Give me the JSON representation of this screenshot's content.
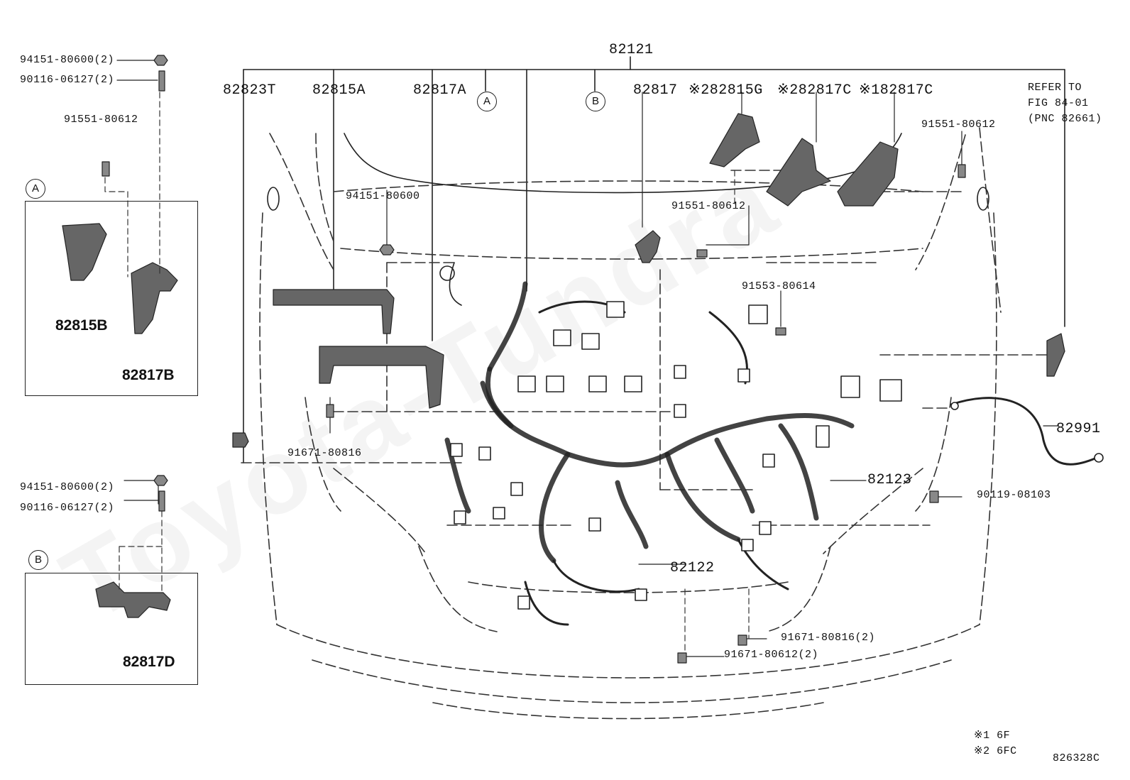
{
  "watermark": "Toyota-Tundra",
  "title_pnc": "82121",
  "callouts": {
    "c82823T": "82823T",
    "c82815A": "82815A",
    "c82817A": "82817A",
    "c82817": "82817",
    "c82815G": "※282815G",
    "c82817C_2": "※282817C",
    "c82817C_1": "※182817C",
    "c82991": "82991",
    "c82123": "82123",
    "c82122": "82122",
    "c82815B": "82815B",
    "c82817B": "82817B",
    "c82817D": "82817D"
  },
  "fasteners": {
    "top_left_nut": "94151-80600(2)",
    "top_left_stud": "90116-06127(2)",
    "left_bolt": "91551-80612",
    "mid_nut": "94151-80600",
    "mid_bolt": "91551-80612",
    "right_bolt": "91551-80612",
    "bolt_91553": "91553-80614",
    "bolt_91671_left": "91671-80816",
    "bolt_90119": "90119-08103",
    "b_nut": "94151-80600(2)",
    "b_stud": "90116-06127(2)",
    "bolt_91671_bottom_a": "91671-80816(2)",
    "bolt_91671_bottom_b": "91671-80612(2)"
  },
  "refer": {
    "line1": "REFER TO",
    "line2": "FIG 84-01",
    "line3": "(PNC 82661)"
  },
  "insets": {
    "a": "A",
    "b": "B"
  },
  "notes": {
    "n1": "※1 6F",
    "n2": "※2 6FC"
  },
  "figure_code": "826328C"
}
